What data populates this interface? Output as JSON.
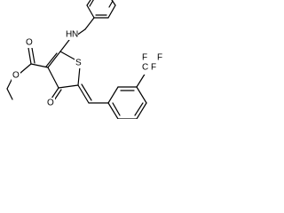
{
  "structure": {
    "atom_labels": {
      "amine": "N",
      "amine_h": "H",
      "ester_carbonyl_o": "O",
      "ester_ether_o": "O",
      "ketone_o": "O",
      "ring_s": "S",
      "cf3_c": "C",
      "cf3_f1": "F",
      "cf3_f2": "F",
      "cf3_f3": "F"
    },
    "colors": {
      "bonds": "#000000",
      "labels": "#000000",
      "background": "#ffffff"
    }
  }
}
